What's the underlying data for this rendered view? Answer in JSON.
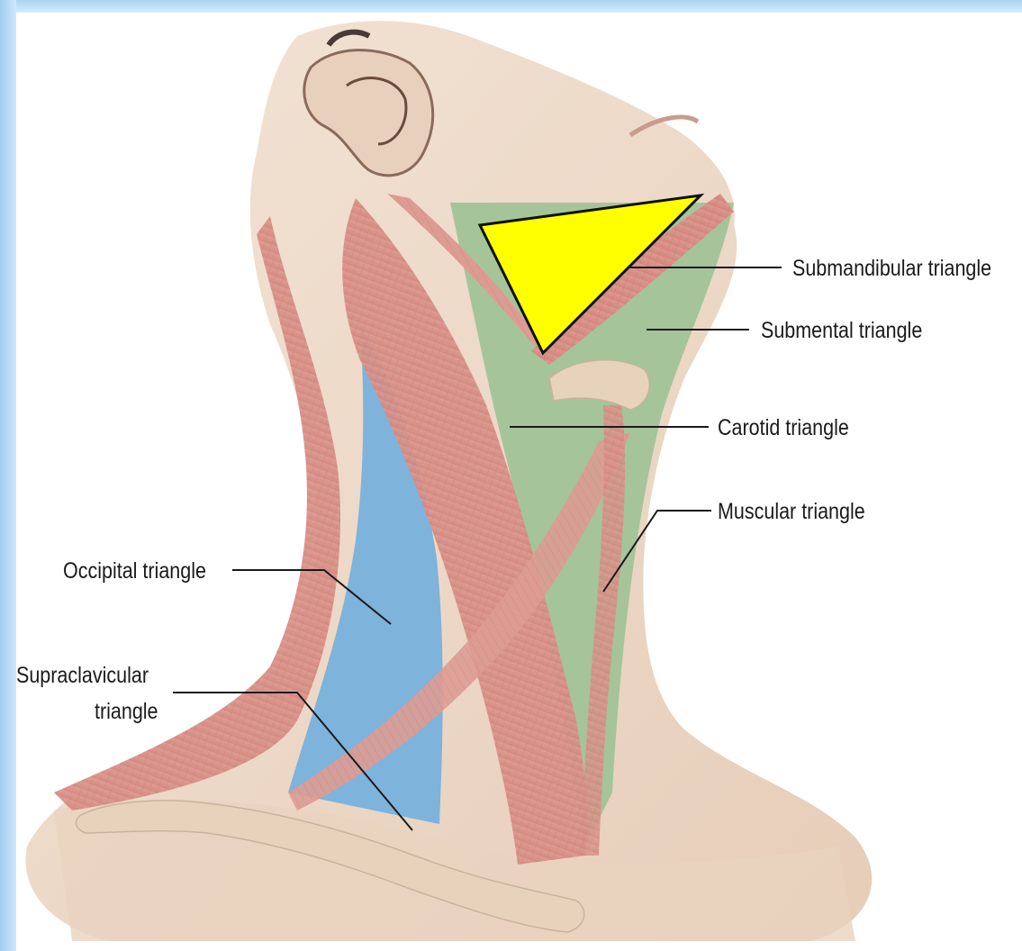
{
  "labels": {
    "submandibular": "Submandibular triangle",
    "submental": "Submental triangle",
    "carotid": "Carotid triangle",
    "muscular": "Muscular triangle",
    "occipital": "Occipital triangle",
    "supraclavicular_line1": "Supraclavicular",
    "supraclavicular_line2": "triangle"
  },
  "colors": {
    "frame": "#a9d4f2",
    "skin": "#eedccb",
    "muscle": "#d9958d",
    "anterior_triangle_fill": "#a5c49a",
    "posterior_triangle_fill": "#7eb3dc",
    "highlight_triangle": "#ffff00",
    "bone": "#e7d3bc",
    "leader_line": "#1a1a1a"
  },
  "highlight": {
    "shape": "triangle",
    "region": "submandibular"
  }
}
